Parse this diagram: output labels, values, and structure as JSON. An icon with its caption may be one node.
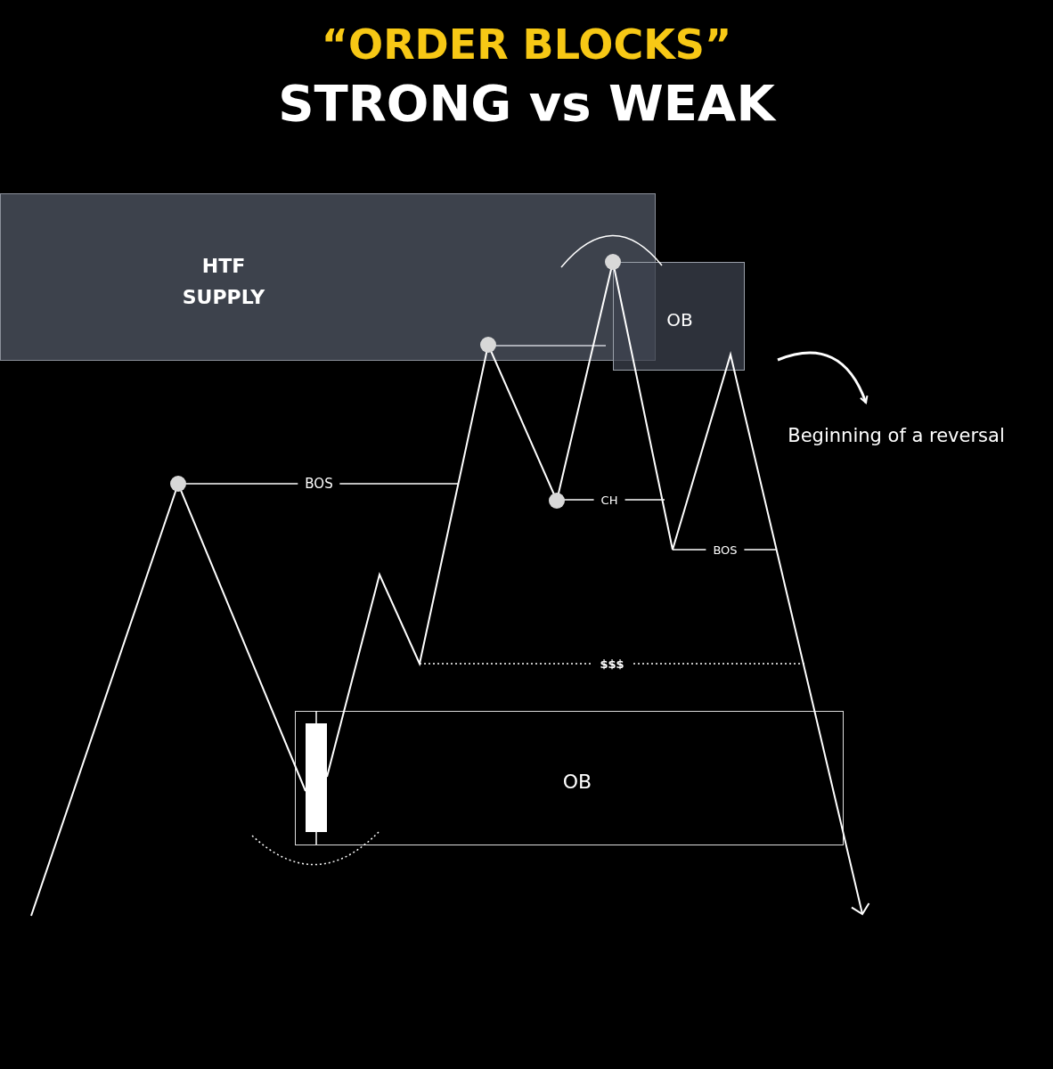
{
  "diagram": {
    "title": "“ORDER BLOCKS”",
    "nodes": [
      {
        "text": [
          "HTF SUPPLY"
        ]
      },
      {
        "text": [
          "OB"
        ]
      },
      {
        "text": [
          "OB"
        ]
      }
    ],
    "labels": [
      "STRONG vs WEAK",
      "Beginning of a reversal",
      "BOS",
      "CH",
      "BOS",
      "$$$"
    ]
  }
}
